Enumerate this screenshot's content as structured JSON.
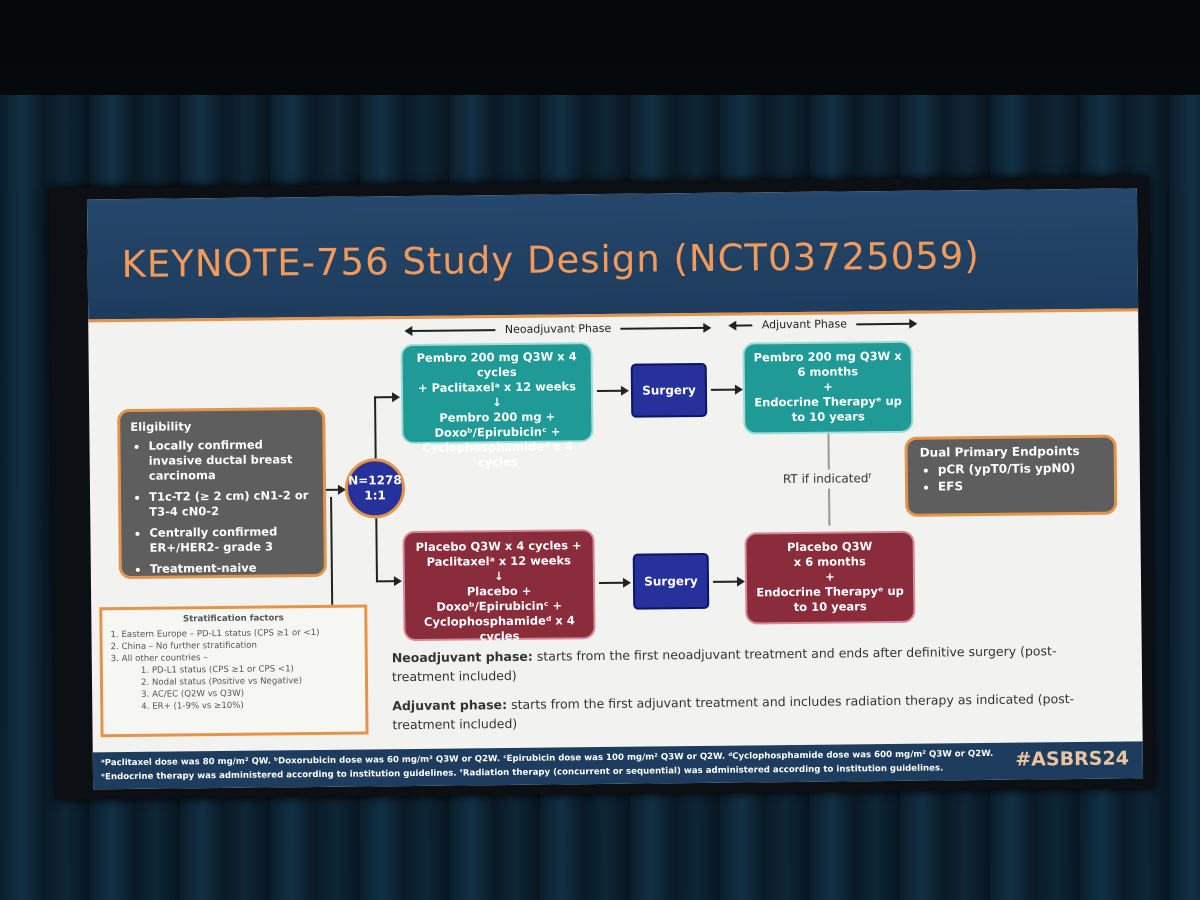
{
  "slide": {
    "title": "KEYNOTE-756 Study Design (NCT03725059)",
    "phases": {
      "neoadjuvant": "Neoadjuvant Phase",
      "adjuvant": "Adjuvant Phase"
    },
    "eligibility": {
      "heading": "Eligibility",
      "items": [
        "Locally confirmed invasive ductal breast carcinoma",
        "T1c-T2 (≥ 2 cm) cN1-2 or T3-4 cN0-2",
        "Centrally confirmed ER+/HER2- grade 3",
        "Treatment-naive"
      ]
    },
    "randomization": {
      "n": "N=1278",
      "ratio": "1:1"
    },
    "arm_pembro": {
      "neoadjuvant": [
        "Pembro 200 mg Q3W x 4 cycles",
        "+ Paclitaxelᵃ x 12 weeks",
        "↓",
        "Pembro 200 mg +",
        "Doxoᵇ/Epirubicinᶜ +",
        "Cyclophosphamideᵈ x 4 cycles"
      ],
      "surgery": "Surgery",
      "adjuvant": [
        "Pembro 200 mg Q3W x",
        "6 months",
        "+",
        "Endocrine Therapyᵉ up",
        "to 10 years"
      ]
    },
    "arm_placebo": {
      "neoadjuvant": [
        "Placebo Q3W x 4 cycles +",
        "Paclitaxelᵃ x 12 weeks",
        "↓",
        "Placebo +",
        "Doxoᵇ/Epirubicinᶜ +",
        "Cyclophosphamideᵈ x 4 cycles"
      ],
      "surgery": "Surgery",
      "adjuvant": [
        "Placebo Q3W",
        "x 6 months",
        "+",
        "Endocrine Therapyᵉ up",
        "to 10 years"
      ]
    },
    "rt_label": "RT if indicatedᶠ",
    "endpoints": {
      "heading": "Dual Primary Endpoints",
      "items": [
        "pCR (ypT0/Tis ypN0)",
        "EFS"
      ]
    },
    "stratification": {
      "heading": "Stratification factors",
      "items": [
        "1.  Eastern Europe – PD-L1 status (CPS ≥1 or <1)",
        "2.  China – No further stratification",
        "3.  All other countries –"
      ],
      "subitems": [
        "1.  PD-L1 status (CPS ≥1 or CPS <1)",
        "2.  Nodal status (Positive vs Negative)",
        "3.  AC/EC (Q2W vs Q3W)",
        "4.  ER+ (1-9% vs ≥10%)"
      ]
    },
    "definitions": {
      "neo_term": "Neoadjuvant phase:",
      "neo_text": " starts from the first neoadjuvant treatment and ends after definitive surgery (post-treatment included)",
      "adj_term": "Adjuvant phase:",
      "adj_text": " starts from the first adjuvant treatment and includes radiation therapy as indicated (post-treatment included)"
    },
    "footnotes": {
      "line1": "ᵃPaclitaxel dose was 80 mg/m² QW. ᵇDoxorubicin dose was 60 mg/m² Q3W or Q2W. ᶜEpirubicin dose was 100 mg/m² Q3W or Q2W. ᵈCyclophosphamide dose was 600 mg/m² Q3W or Q2W.",
      "line2": "ᵉEndocrine therapy was administered according to institution guidelines. ᶠRadiation therapy (concurrent or sequential) was administered according to institution guidelines."
    },
    "hashtag": "#ASBRS24"
  }
}
